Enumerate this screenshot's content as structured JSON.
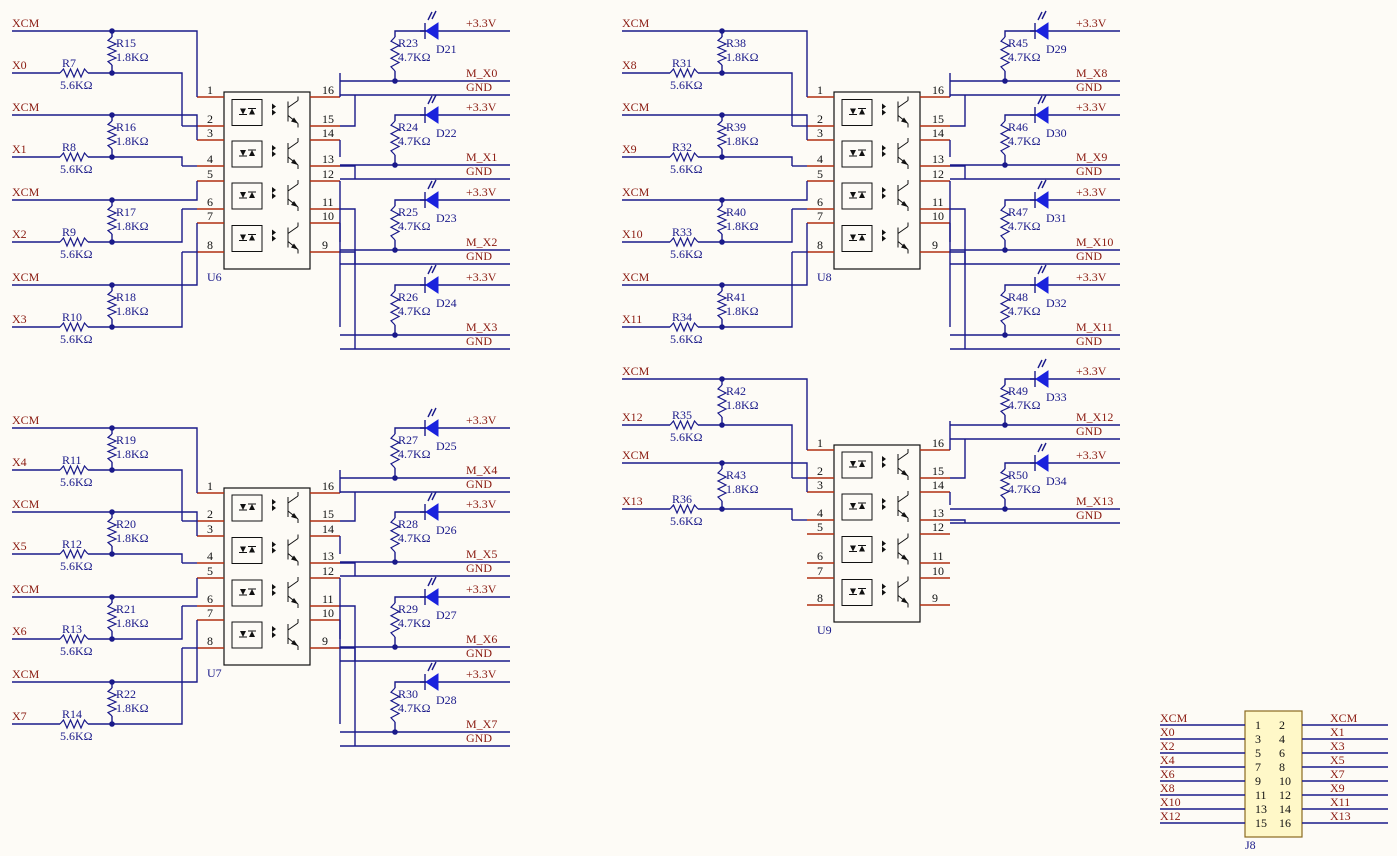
{
  "power_label": "+3.3V",
  "gnd_label": "GND",
  "common_label": "XCM",
  "res_input_value": "5.6KΩ",
  "res_pull_value": "1.8KΩ",
  "res_led_value": "4.7KΩ",
  "blocks": [
    {
      "ref": "U6",
      "inputs": [
        "X0",
        "X1",
        "X2",
        "X3"
      ],
      "outputs": [
        "M_X0",
        "M_X1",
        "M_X2",
        "M_X3"
      ],
      "r_in": [
        "R7",
        "R8",
        "R9",
        "R10"
      ],
      "r_pull": [
        "R15",
        "R16",
        "R17",
        "R18"
      ],
      "r_led": [
        "R23",
        "R24",
        "R25",
        "R26"
      ],
      "leds": [
        "D21",
        "D22",
        "D23",
        "D24"
      ]
    },
    {
      "ref": "U7",
      "inputs": [
        "X4",
        "X5",
        "X6",
        "X7"
      ],
      "outputs": [
        "M_X4",
        "M_X5",
        "M_X6",
        "M_X7"
      ],
      "r_in": [
        "R11",
        "R12",
        "R13",
        "R14"
      ],
      "r_pull": [
        "R19",
        "R20",
        "R21",
        "R22"
      ],
      "r_led": [
        "R27",
        "R28",
        "R29",
        "R30"
      ],
      "leds": [
        "D25",
        "D26",
        "D27",
        "D28"
      ]
    },
    {
      "ref": "U8",
      "inputs": [
        "X8",
        "X9",
        "X10",
        "X11"
      ],
      "outputs": [
        "M_X8",
        "M_X9",
        "M_X10",
        "M_X11"
      ],
      "r_in": [
        "R31",
        "R32",
        "R33",
        "R34"
      ],
      "r_pull": [
        "R38",
        "R39",
        "R40",
        "R41"
      ],
      "r_led": [
        "R45",
        "R46",
        "R47",
        "R48"
      ],
      "leds": [
        "D29",
        "D30",
        "D31",
        "D32"
      ]
    },
    {
      "ref": "U9",
      "inputs": [
        "X12",
        "X13"
      ],
      "outputs": [
        "M_X12",
        "M_X13"
      ],
      "r_in": [
        "R35",
        "R36"
      ],
      "r_pull": [
        "R42",
        "R43"
      ],
      "r_led": [
        "R49",
        "R50"
      ],
      "leds": [
        "D33",
        "D34"
      ]
    }
  ],
  "connector": {
    "ref": "J8",
    "left_nets": [
      "XCM",
      "X0",
      "X2",
      "X4",
      "X6",
      "X8",
      "X10",
      "X12"
    ],
    "right_nets": [
      "XCM",
      "X1",
      "X3",
      "X5",
      "X7",
      "X9",
      "X11",
      "X13"
    ],
    "pins_left": [
      "1",
      "3",
      "5",
      "7",
      "9",
      "11",
      "13",
      "15"
    ],
    "pins_right": [
      "2",
      "4",
      "6",
      "8",
      "10",
      "12",
      "14",
      "16"
    ]
  }
}
